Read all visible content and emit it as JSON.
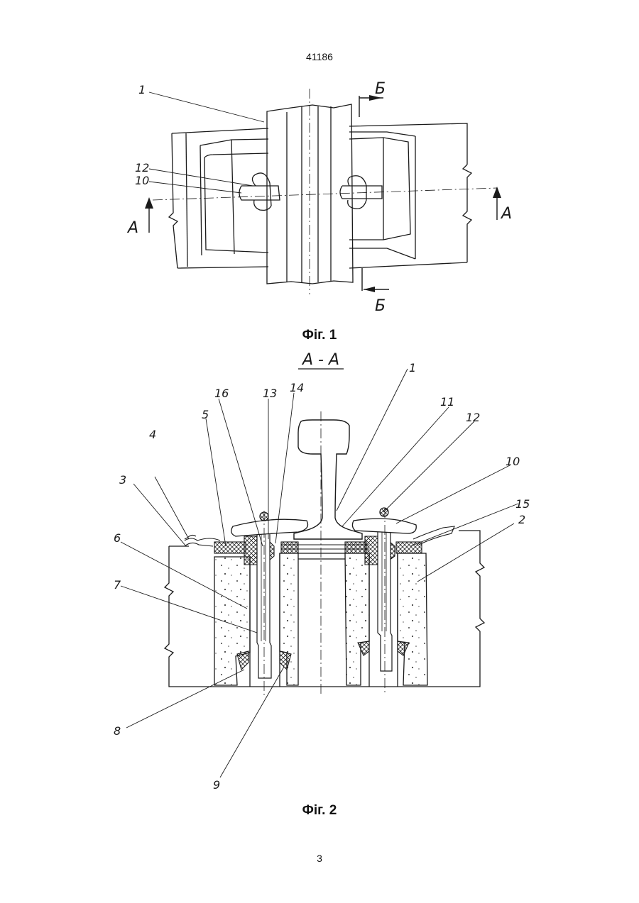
{
  "document": {
    "patent_number": "41186",
    "page_number": "3"
  },
  "figure1": {
    "caption": "Фіг. 1",
    "section_marks": {
      "a_left": "А",
      "a_right": "А",
      "b_top": "Б",
      "b_bottom": "Б"
    },
    "labels": {
      "rail": "1",
      "fastener": "12",
      "bolt": "10"
    }
  },
  "figure2": {
    "caption": "Фіг. 2",
    "section_title": "А - А",
    "labels": {
      "l1": "1",
      "l2": "2",
      "l3": "3",
      "l4": "4",
      "l5": "5",
      "l6": "6",
      "l7": "7",
      "l8": "8",
      "l9": "9",
      "l10": "10",
      "l11": "11",
      "l12": "12",
      "l13": "13",
      "l14": "14",
      "l15": "15",
      "l16": "16"
    }
  }
}
